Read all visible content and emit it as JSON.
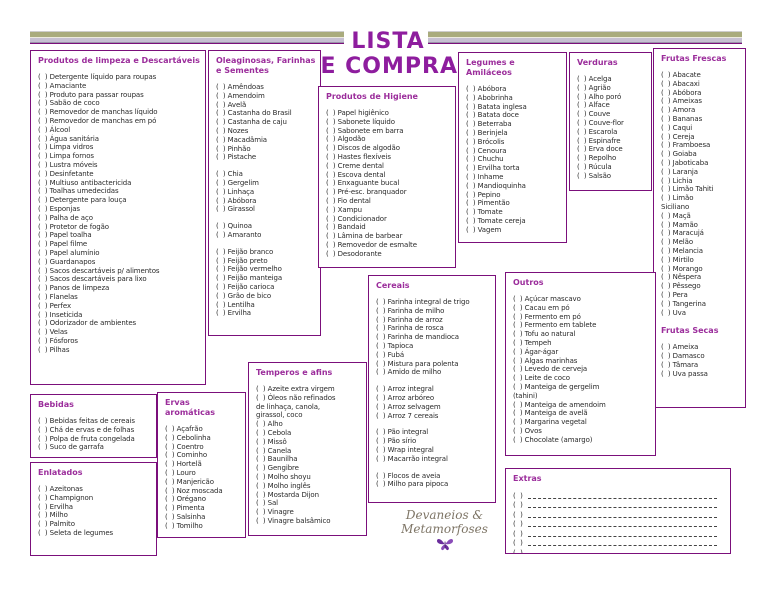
{
  "page": {
    "title_line1": "LISTA",
    "title_line2": "DE COMPRAS",
    "checkbox_glyph": "(  )",
    "logo_text": "Devaneios & Metamorfoses",
    "colors": {
      "accent_purple": "#8e1d9e",
      "box_border": "#7b0f7b",
      "header_text": "#9b2d9b",
      "band_olive": "#a9ab7d",
      "band_lavender": "#c6c0d2"
    }
  },
  "sections": [
    {
      "id": "limpeza",
      "parts": [
        {
          "title": "Produtos de limpeza e Descartáveis",
          "groups": [
            [
              "Detergente líquido para roupas",
              "Amaciante",
              "Produto para passar roupas",
              "Sabão de coco",
              "Removedor de manchas líquido",
              "Removedor de manchas em pó",
              "Álcool",
              "Água sanitária",
              "Limpa vidros",
              "Limpa fornos",
              "Lustra móveis",
              "Desinfetante",
              "Multiuso antibactericida",
              "Toalhas umedecidas",
              "Detergente para louça",
              "Esponjas",
              "Palha de aço",
              "Protetor de fogão",
              "Papel toalha",
              "Papel filme",
              "Papel alumínio",
              "Guardanapos",
              "Sacos descartáveis p/ alimentos",
              "Sacos descartáveis para lixo",
              "Panos de limpeza",
              "Flanelas",
              "Perfex",
              "Inseticida",
              "Odorizador de ambientes",
              "Velas",
              "Fósforos",
              "Pilhas"
            ]
          ]
        }
      ]
    },
    {
      "id": "oleaginosas",
      "parts": [
        {
          "title": "Oleaginosas, Farinhas e Sementes",
          "groups": [
            [
              "Amêndoas",
              "Amendoim",
              "Avelã",
              "Castanha do Brasil",
              "Castanha de caju",
              "Nozes",
              "Macadâmia",
              "Pinhão",
              "Pistache"
            ],
            [
              "Chia",
              "Gergelim",
              "Linhaça",
              "Abóbora",
              "Girassol"
            ],
            [
              "Quinoa",
              "Amaranto"
            ],
            [
              "Feijão branco",
              "Feijão preto",
              "Feijão vermelho",
              "Feijão manteiga",
              "Feijão carioca",
              "Grão de bico",
              "Lentilha",
              "Ervilha"
            ]
          ]
        }
      ]
    },
    {
      "id": "higiene",
      "parts": [
        {
          "title": "Produtos de Higiene",
          "groups": [
            [
              "Papel higiênico",
              "Sabonete líquido",
              "Sabonete em barra",
              "Algodão",
              "Discos de algodão",
              "Hastes flexíveis",
              "Creme dental",
              "Escova dental",
              "Enxaguante bucal",
              "Pré-esc. branquador",
              "Fio dental",
              "Xampu",
              "Condicionador",
              "Bandaid",
              "Lâmina de barbear",
              "Removedor de esmalte",
              "Desodorante"
            ]
          ]
        }
      ]
    },
    {
      "id": "legumes",
      "parts": [
        {
          "title": "Legumes e Amiláceos",
          "groups": [
            [
              "Abóbora",
              "Abobrinha",
              "Batata inglesa",
              "Batata doce",
              "Beterraba",
              "Berinjela",
              "Brócolis",
              "Cenoura",
              "Chuchu",
              "Ervilha torta",
              "Inhame",
              "Mandioquinha",
              "Pepino",
              "Pimentão",
              "Tomate",
              "Tomate cereja",
              "Vagem"
            ]
          ]
        }
      ]
    },
    {
      "id": "verduras",
      "parts": [
        {
          "title": "Verduras",
          "groups": [
            [
              "Acelga",
              "Agrião",
              "Alho poró",
              "Alface",
              "Couve",
              "Couve-flor",
              "Escarola",
              "Espinafre",
              "Erva doce",
              "Repolho",
              "Rúcula",
              "Salsão"
            ]
          ]
        }
      ]
    },
    {
      "id": "frutas",
      "parts": [
        {
          "title": "Frutas Frescas",
          "groups": [
            [
              "Abacate",
              "Abacaxi",
              "Abóbora",
              "Ameixas",
              "Amora",
              "Bananas",
              "Caqui",
              "Cereja",
              "Framboesa",
              "Goiaba",
              "Jaboticaba",
              "Laranja",
              "Lichia",
              "Limão Tahiti",
              "Limão\nSiciliano",
              "Maçã",
              "Mamão",
              "Maracujá",
              "Melão",
              "Melancia",
              "Mirtilo",
              "Morango",
              "Nêspera",
              "Pêssego",
              "Pera",
              "Tangerina",
              "Uva"
            ]
          ]
        },
        {
          "title": "Frutas Secas",
          "groups": [
            [
              "Ameixa",
              "Damasco",
              "Tâmara",
              "Uva passa"
            ]
          ]
        }
      ]
    },
    {
      "id": "cereais",
      "parts": [
        {
          "title": "Cereais",
          "groups": [
            [
              "Farinha integral de trigo",
              "Farinha de milho",
              "Farinha de arroz",
              "Farinha de rosca",
              "Farinha de mandioca",
              "Tapioca",
              "Fubá",
              "Mistura para polenta",
              "Amido de milho"
            ],
            [
              "Arroz integral",
              "Arroz arbóreo",
              "Arroz selvagem",
              "Arroz 7 cereais"
            ],
            [
              "Pão integral",
              "Pão sírio",
              "Wrap integral",
              "Macarrão integral"
            ],
            [
              "Flocos de aveia",
              "Milho para pipoca"
            ]
          ]
        }
      ]
    },
    {
      "id": "outros",
      "parts": [
        {
          "title": "Outros",
          "groups": [
            [
              "Açúcar mascavo",
              "Cacau em pó",
              "Fermento em pó",
              "Fermento em tablete",
              "Tofu ao natural",
              "Tempeh",
              "Ágar-ágar",
              "Algas marinhas",
              "Levedo de cerveja",
              "Leite de coco",
              "Manteiga de gergelim\n(tahini)",
              "Manteiga de amendoim",
              "Manteiga de avelã",
              "Margarina vegetal",
              "Ovos",
              "Chocolate (amargo)"
            ]
          ]
        }
      ]
    },
    {
      "id": "extras",
      "parts": [
        {
          "title": "Extras",
          "blank_lines": 7
        }
      ]
    },
    {
      "id": "bebidas",
      "parts": [
        {
          "title": "Bebidas",
          "groups": [
            [
              "Bebidas feitas de cereais",
              "Chá de ervas e de folhas",
              "Polpa de fruta congelada",
              "Suco de garrafa"
            ]
          ]
        }
      ]
    },
    {
      "id": "enlatados",
      "parts": [
        {
          "title": "Enlatados",
          "groups": [
            [
              "Azeitonas",
              "Champignon",
              "Ervilha",
              "Milho",
              "Palmito",
              "Seleta de legumes"
            ]
          ]
        }
      ]
    },
    {
      "id": "ervas",
      "parts": [
        {
          "title": "Ervas aromáticas",
          "groups": [
            [
              "Açafrão",
              "Cebolinha",
              "Coentro",
              "Cominho",
              "Hortelã",
              "Louro",
              "Manjericão",
              "Noz moscada",
              "Orégano",
              "Pimenta",
              "Salsinha",
              "Tomilho"
            ]
          ]
        }
      ]
    },
    {
      "id": "temperos",
      "parts": [
        {
          "title": "Temperos e afins",
          "groups": [
            [
              "Azeite extra virgem",
              "Óleos não refinados\nde linhaça, canola,\ngirassol, coco",
              "Alho",
              "Cebola",
              "Missô",
              "Canela",
              "Baunilha",
              "Gengibre",
              "Molho shoyu",
              "Molho inglês",
              "Mostarda Dijon",
              "Sal",
              "Vinagre",
              "Vinagre balsâmico"
            ]
          ]
        }
      ]
    }
  ]
}
